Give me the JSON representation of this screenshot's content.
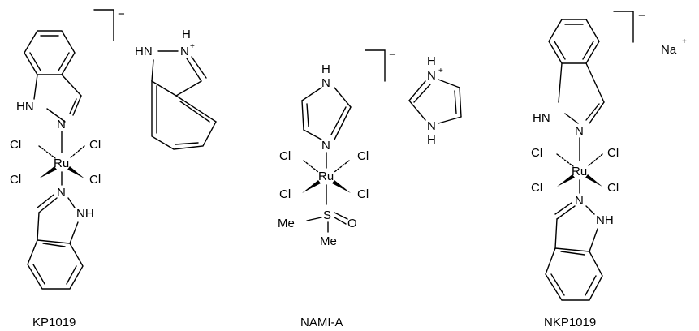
{
  "figure": {
    "compounds": [
      {
        "caption": "KP1019",
        "metal": "Ru",
        "ligand_atoms": [
          "Cl",
          "Cl",
          "Cl",
          "Cl"
        ],
        "hetero_atoms": [
          "HN",
          "N",
          "N",
          "NH"
        ],
        "charge": "−",
        "counter_ion": {
          "atoms": [
            "HN",
            "N",
            "H"
          ],
          "charge": "+"
        }
      },
      {
        "caption": "NAMI-A",
        "metal": "Ru",
        "ligand_atoms": [
          "Cl",
          "Cl",
          "Cl",
          "Cl"
        ],
        "hetero_atoms": [
          "H",
          "N",
          "N"
        ],
        "sulfoxide": {
          "S": "S",
          "O": "O",
          "Me_top": "Me",
          "Me_bottom": "Me"
        },
        "charge": "−",
        "counter_ion": {
          "atoms": [
            "H",
            "N",
            "N",
            "H"
          ],
          "charge": "+"
        }
      },
      {
        "caption": "NKP1019",
        "metal": "Ru",
        "ligand_atoms": [
          "Cl",
          "Cl",
          "Cl",
          "Cl"
        ],
        "hetero_atoms": [
          "HN",
          "N",
          "N",
          "NH"
        ],
        "charge": "−",
        "counter_ion": {
          "atoms": [
            "Na"
          ],
          "charge": "+"
        }
      }
    ]
  }
}
